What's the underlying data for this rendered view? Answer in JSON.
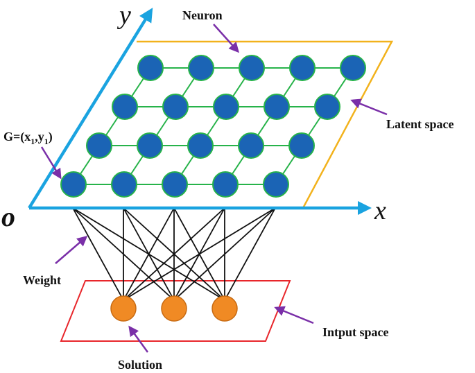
{
  "labels": {
    "neuron": "Neuron",
    "latent_space": "Latent space",
    "weight": "Weight",
    "input_space": "Intput space",
    "solution": "Solution",
    "coordinate_prefix": "G=(x",
    "coordinate_sub1": "1",
    "coordinate_mid": ",y",
    "coordinate_sub2": "1",
    "coordinate_suffix": ")"
  },
  "axes": {
    "x": "x",
    "y": "y",
    "origin": "o"
  },
  "grid": {
    "rows": 4,
    "cols": 5,
    "neuron_count": 20
  },
  "input": {
    "node_count": 3
  },
  "colors": {
    "axis": "#1aa3e0",
    "latent_border": "#f2b21c",
    "input_border": "#e8262b",
    "neuron_fill": "#1b64b5",
    "neuron_stroke": "#27b34a",
    "grid_line": "#27b34a",
    "input_node_fill": "#f08a24",
    "weight_line": "#111111",
    "annotation_arrow": "#7a2fa8"
  }
}
